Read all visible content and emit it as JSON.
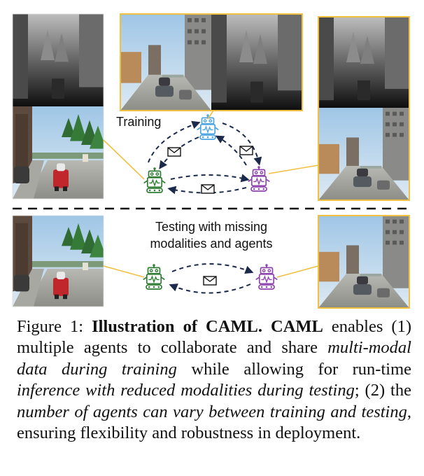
{
  "figure": {
    "training_label": "Training",
    "testing_label_line1": "Testing with missing",
    "testing_label_line2": "modalities and agents",
    "colors": {
      "frame": "#f0c040",
      "robot_green": "#2e7d32",
      "robot_blue": "#4ba3e0",
      "robot_purple": "#8e44ad",
      "arrow": "#1b2a4a"
    },
    "icons": [
      "robot-icon",
      "envelope-icon",
      "camera-image",
      "depth-image"
    ]
  },
  "caption": {
    "prefix": "Figure 1: ",
    "bold": "Illustration of CAML. CAML",
    "t1": " enables (1) multiple agents to collaborate and share ",
    "i1": "multi-modal data during training",
    "t2": " while allowing for run-time ",
    "i2": "inference with reduced modalities during testing",
    "t3": "; (2) the ",
    "i3": "number of agents can vary between training and testing",
    "t4": ", ensuring flexibility and robustness in deployment."
  }
}
